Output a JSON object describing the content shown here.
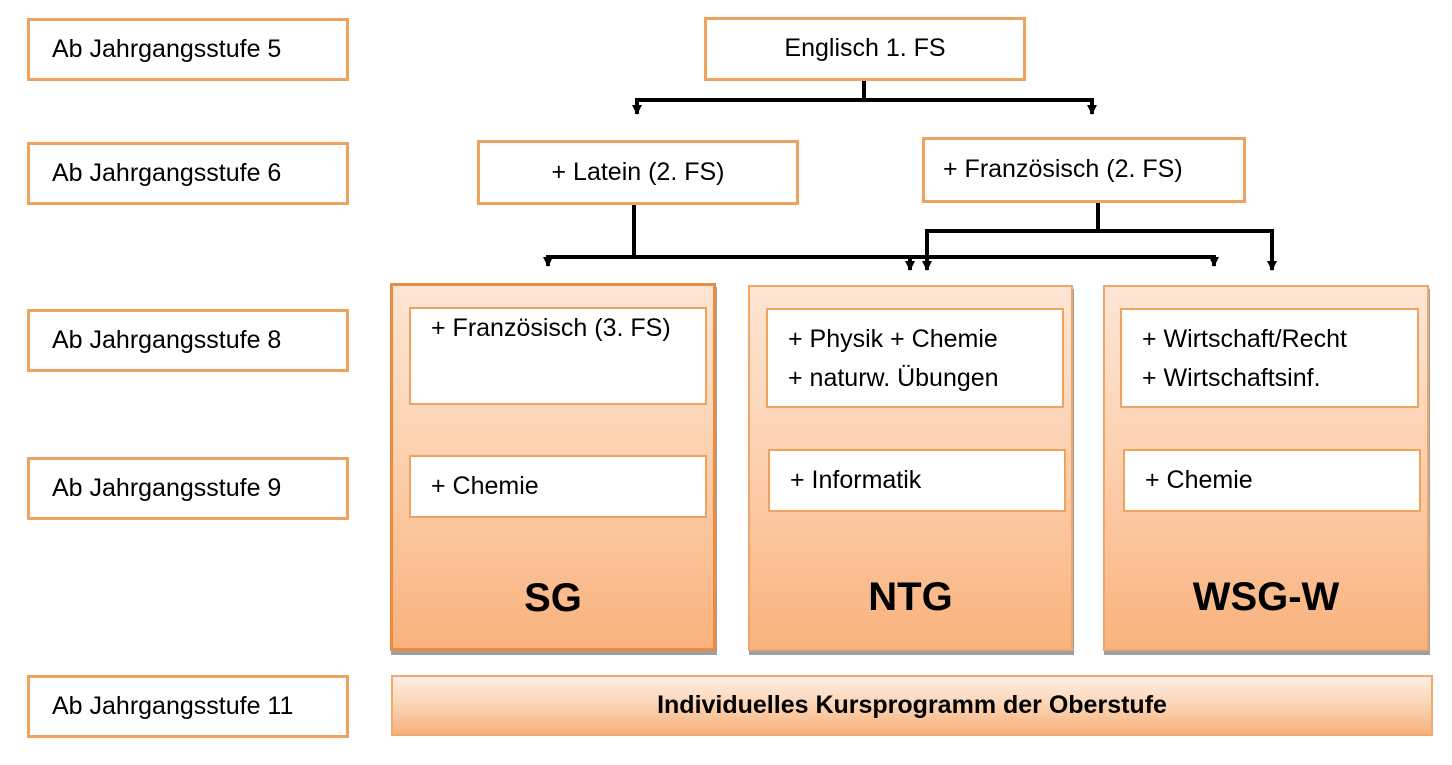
{
  "levels": [
    "Ab Jahrgangsstufe 5",
    "Ab Jahrgangsstufe 6",
    "Ab Jahrgangsstufe 8",
    "Ab Jahrgangsstufe 9",
    "Ab Jahrgangsstufe 11"
  ],
  "first_language": "Englisch 1. FS",
  "second_language": {
    "latin": "+ Latein (2. FS)",
    "french": "+ Französisch (2. FS)"
  },
  "branches": [
    {
      "name": "SG",
      "year8": [
        "+ Französisch (3. FS)"
      ],
      "year9": [
        "+ Chemie"
      ]
    },
    {
      "name": "NTG",
      "year8": [
        "+ Physik + Chemie",
        "+ naturw. Übungen"
      ],
      "year9": [
        "+ Informatik"
      ]
    },
    {
      "name": "WSG-W",
      "year8": [
        "+ Wirtschaft/Recht",
        "+ Wirtschaftsinf."
      ],
      "year9": [
        "+ Chemie"
      ]
    }
  ],
  "upper_stage": "Individuelles Kursprogramm der Oberstufe",
  "colors": {
    "border_orange": "#f0a35e",
    "fill_light": "#fde6d5",
    "fill_dark": "#f9b27d",
    "arrow": "#000000"
  }
}
